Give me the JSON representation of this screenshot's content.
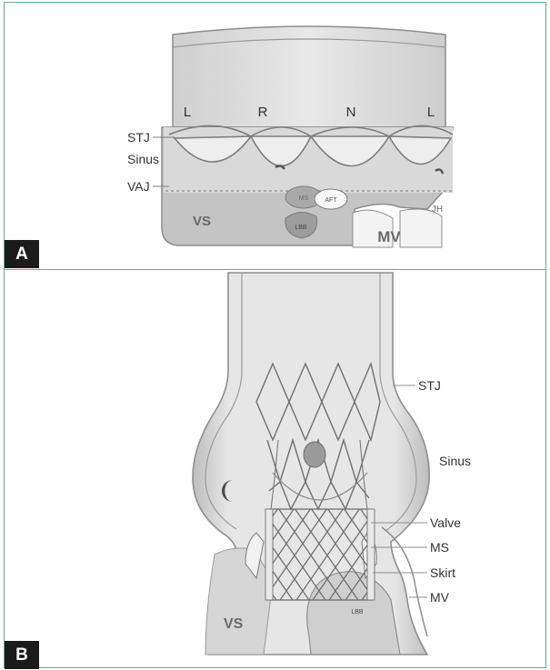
{
  "colors": {
    "frame": "#6aaa8e",
    "tissue_light": "#e4e4e4",
    "tissue_mid": "#c8c8c8",
    "tissue_dark": "#a8a8a8",
    "label_bg": "#1b1b1b"
  },
  "panel_a": {
    "label": "A",
    "cusp_labels": [
      "L",
      "R",
      "N",
      "L"
    ],
    "side_labels": {
      "stj": "STJ",
      "sinus": "Sinus",
      "vaj": "VAJ"
    },
    "inner_labels": {
      "vs": "VS",
      "ms": "MS",
      "aft": "AFT",
      "lbb": "LBB",
      "mv": "MV",
      "right_partial": "JH"
    }
  },
  "panel_b": {
    "label": "B",
    "side_labels": {
      "stj": "STJ",
      "sinus": "Sinus",
      "valve": "Valve",
      "ms": "MS",
      "skirt": "Skirt",
      "mv": "MV"
    },
    "inner_labels": {
      "vs": "VS",
      "lbb": "LBB"
    }
  }
}
